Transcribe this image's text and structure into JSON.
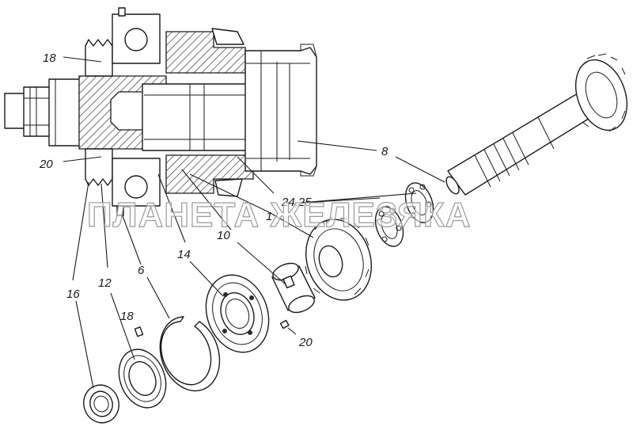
{
  "watermark": "ПЛАНЕТА ЖЕЛЕЗЯКА",
  "callouts": {
    "c18_top": "18",
    "c20_left": "20",
    "c8": "8",
    "c24_25": "24,25",
    "c1": "1",
    "c10": "10",
    "c14": "14",
    "c6": "6",
    "c12": "12",
    "c16": "16",
    "c18_bottom": "18",
    "c20_bottom": "20"
  }
}
